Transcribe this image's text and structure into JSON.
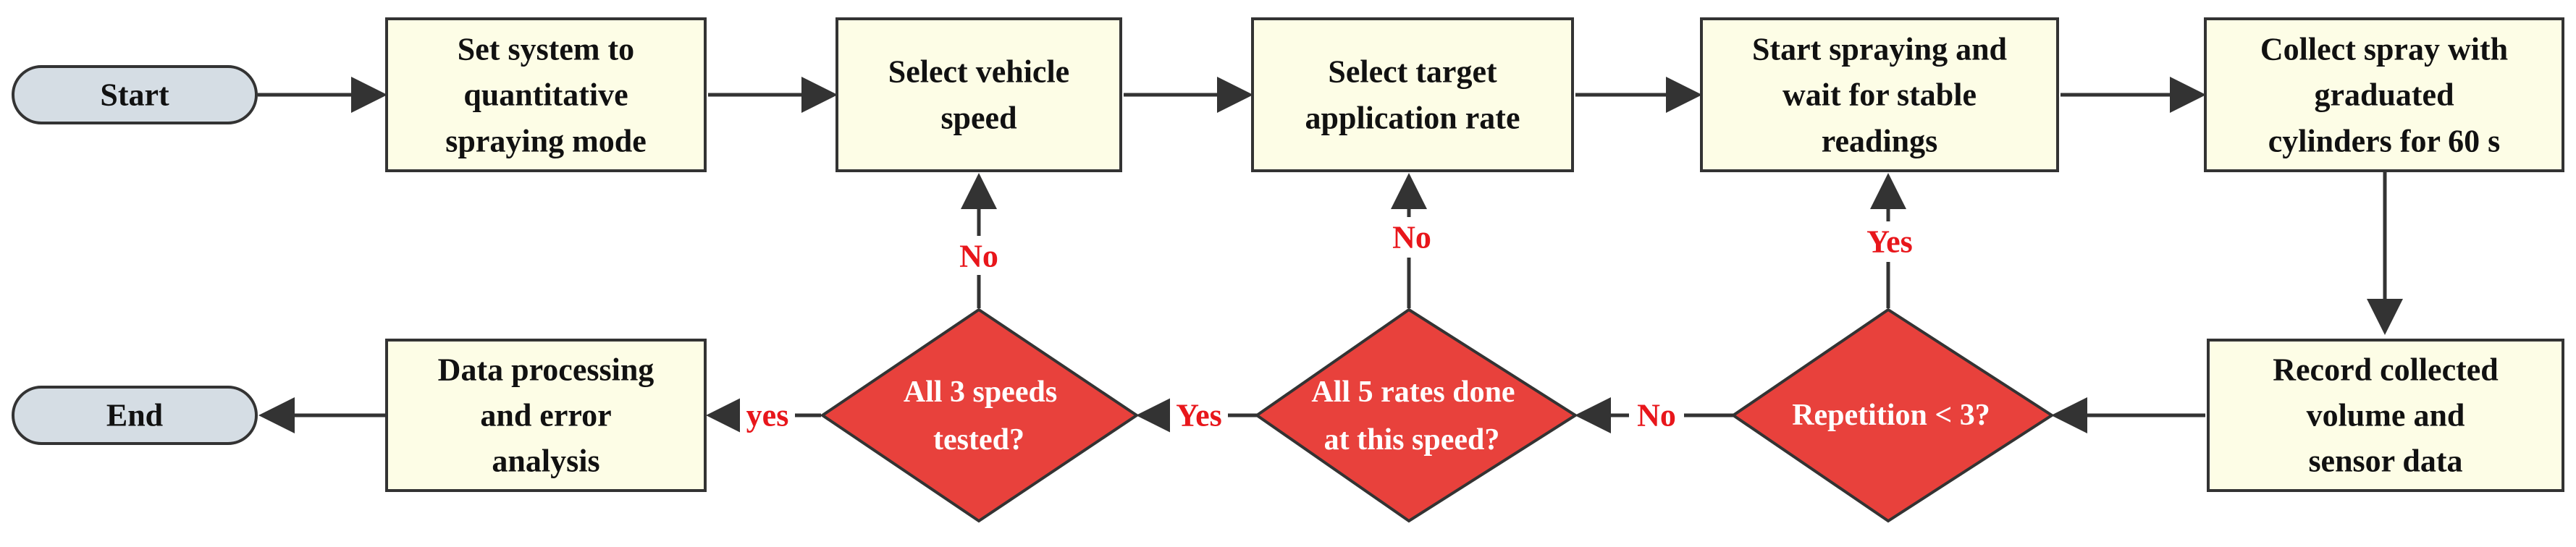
{
  "colors": {
    "terminal_fill": "#d5dde4",
    "process_fill": "#fdfde6",
    "decision_fill": "#e8413c",
    "edge_label_color": "#e8161b",
    "line_color": "#333333"
  },
  "nodes": {
    "start": {
      "label": "Start"
    },
    "set_mode": {
      "lines": [
        "Set system to",
        "quantitative",
        "spraying mode"
      ]
    },
    "select_speed": {
      "lines": [
        "Select vehicle",
        "speed"
      ]
    },
    "select_rate": {
      "lines": [
        "Select target",
        "application rate"
      ]
    },
    "start_spraying": {
      "lines": [
        "Start spraying and",
        "wait for stable",
        "readings"
      ]
    },
    "collect_spray": {
      "lines": [
        "Collect spray with",
        "graduated",
        "cylinders for 60 s"
      ]
    },
    "record_data": {
      "lines": [
        "Record collected",
        "volume and",
        "sensor data"
      ]
    },
    "repetition_check": {
      "lines": [
        "Repetition < 3?"
      ]
    },
    "rates_check": {
      "lines": [
        "All 5 rates done",
        "at this speed?"
      ]
    },
    "speeds_check": {
      "lines": [
        "All 3 speeds",
        "tested?"
      ]
    },
    "data_processing": {
      "lines": [
        "Data processing",
        "and error",
        "analysis"
      ]
    },
    "end": {
      "label": "End"
    }
  },
  "edge_labels": {
    "repetition_yes": "Yes",
    "repetition_no": "No",
    "rates_no": "No",
    "rates_yes": "Yes",
    "speeds_no": "No",
    "speeds_yes": "yes"
  }
}
